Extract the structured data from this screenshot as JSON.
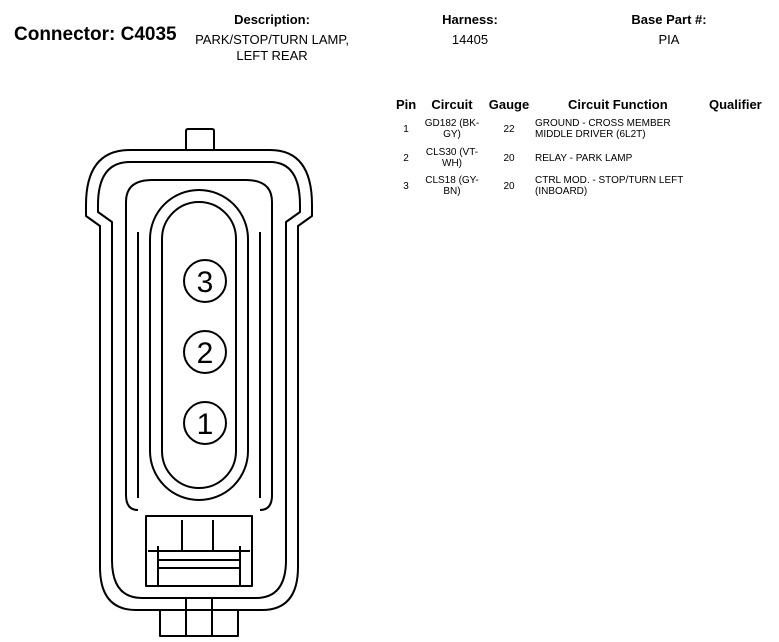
{
  "header": {
    "connector_title": "Connector: C4035",
    "description_label": "Description:",
    "description_value": "PARK/STOP/TURN LAMP, LEFT REAR",
    "harness_label": "Harness:",
    "harness_value": "14405",
    "base_part_label": "Base Part #:",
    "base_part_value": "PIA"
  },
  "table": {
    "headers": {
      "pin": "Pin",
      "circuit": "Circuit",
      "gauge": "Gauge",
      "function": "Circuit Function",
      "qualifier": "Qualifier"
    },
    "rows": [
      {
        "pin": "1",
        "circuit": "GD182 (BK-GY)",
        "gauge": "22",
        "function": "GROUND - CROSS MEMBER MIDDLE DRIVER (6L2T)"
      },
      {
        "pin": "2",
        "circuit": "CLS30 (VT-WH)",
        "gauge": "20",
        "function": "RELAY - PARK LAMP"
      },
      {
        "pin": "3",
        "circuit": "CLS18 (GY-BN)",
        "gauge": "20",
        "function": "CTRL MOD. - STOP/TURN LEFT (INBOARD)"
      }
    ]
  },
  "diagram": {
    "pin_labels": [
      "3",
      "2",
      "1"
    ]
  }
}
